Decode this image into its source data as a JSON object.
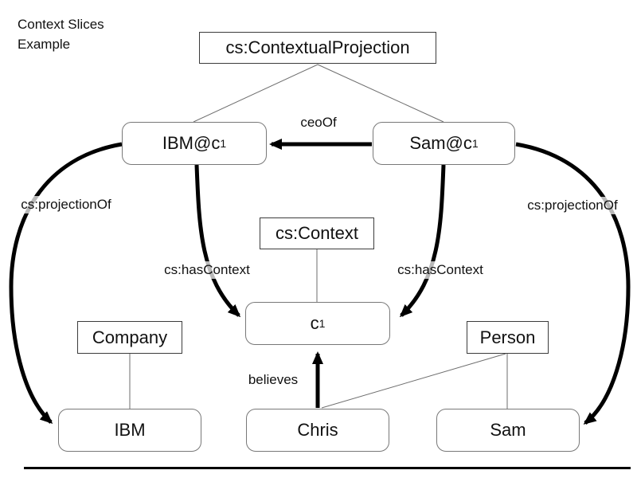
{
  "title": {
    "line1": "Context Slices",
    "line2": "Example"
  },
  "nodes": {
    "contextual_projection": {
      "text": "cs:ContextualProjection"
    },
    "context": {
      "text": "cs:Context"
    },
    "company": {
      "text": "Company"
    },
    "person": {
      "text": "Person"
    },
    "ibm_at_c1": {
      "text": "IBM@c",
      "sub": "1"
    },
    "sam_at_c1": {
      "text": "Sam@c",
      "sub": "1"
    },
    "c1": {
      "text": "c",
      "sub": "1"
    },
    "ibm": {
      "text": "IBM"
    },
    "chris": {
      "text": "Chris"
    },
    "sam": {
      "text": "Sam"
    }
  },
  "edges": {
    "ceo_of": "ceoOf",
    "believes": "believes",
    "has_context_left": "cs:hasContext",
    "has_context_right": "cs:hasContext",
    "projection_of_left": "cs:projectionOf",
    "projection_of_right": "cs:projectionOf"
  },
  "colors": {
    "background": "#ffffff",
    "text": "#111111",
    "thick_edge": "#000000",
    "thin_line": "#6e6e6e",
    "instance_border": "#787878",
    "class_border": "#3c3c3c"
  }
}
